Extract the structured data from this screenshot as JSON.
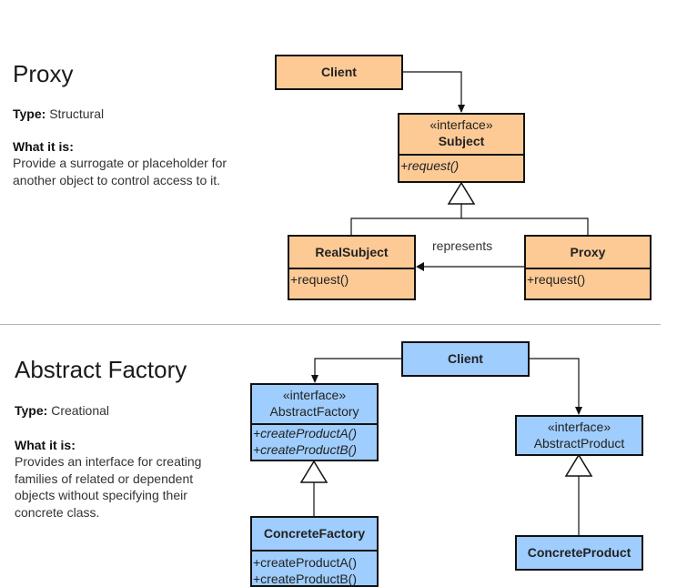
{
  "proxy": {
    "title": "Proxy",
    "type_label": "Type:",
    "type_value": "Structural",
    "what_label": "What it is:",
    "description": "Provide a surrogate or placeholder for another object to control access to it.",
    "diagram": {
      "client": "Client",
      "subject": {
        "stereotype": "«interface»",
        "name": "Subject",
        "op": "+request()"
      },
      "real_subject": {
        "name": "RealSubject",
        "op": "+request()"
      },
      "proxy": {
        "name": "Proxy",
        "op": "+request()"
      },
      "relation_label": "represents"
    }
  },
  "abstract_factory": {
    "title": "Abstract Factory",
    "type_label": "Type:",
    "type_value": "Creational",
    "what_label": "What it is:",
    "description": "Provides an interface for creating families of related or dependent objects without specifying their concrete class.",
    "diagram": {
      "client": "Client",
      "abstract_factory": {
        "stereotype": "«interface»",
        "name": "AbstractFactory",
        "ops": [
          "+createProductA()",
          "+createProductB()"
        ]
      },
      "abstract_product": {
        "stereotype": "«interface»",
        "name": "AbstractProduct"
      },
      "concrete_factory": {
        "name": "ConcreteFactory",
        "ops": [
          "+createProductA()",
          "+createProductB()"
        ]
      },
      "concrete_product": {
        "name": "ConcreteProduct"
      }
    }
  },
  "colors": {
    "orange_fill": "#fdca95",
    "blue_fill": "#9fcdfd",
    "outline": "#111111"
  }
}
